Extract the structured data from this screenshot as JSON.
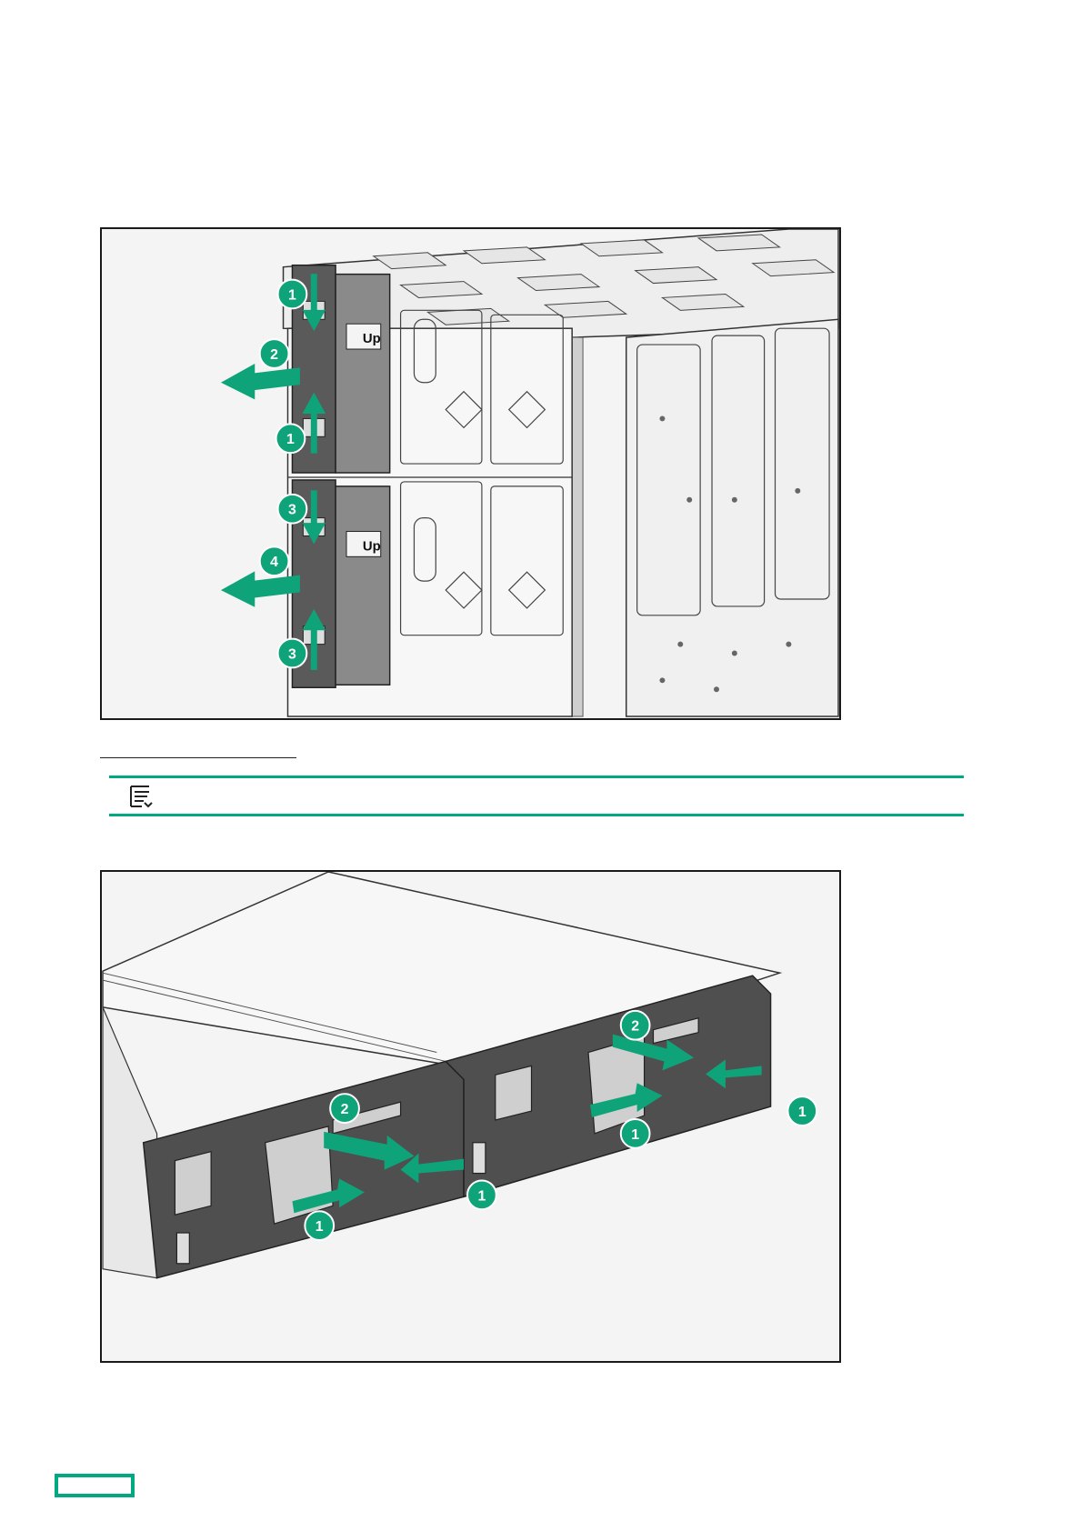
{
  "figure_top": {
    "callouts": [
      "1",
      "2",
      "1",
      "3",
      "4",
      "3"
    ],
    "module_label": "Up"
  },
  "note": {
    "icon": "note-icon"
  },
  "figure_bottom": {
    "callouts": [
      "2",
      "1",
      "1",
      "2",
      "1",
      "1"
    ]
  },
  "colors": {
    "accent": "#01a982",
    "line": "#1a1a1a"
  },
  "footer": {
    "icon": "hpe-logo-icon"
  }
}
